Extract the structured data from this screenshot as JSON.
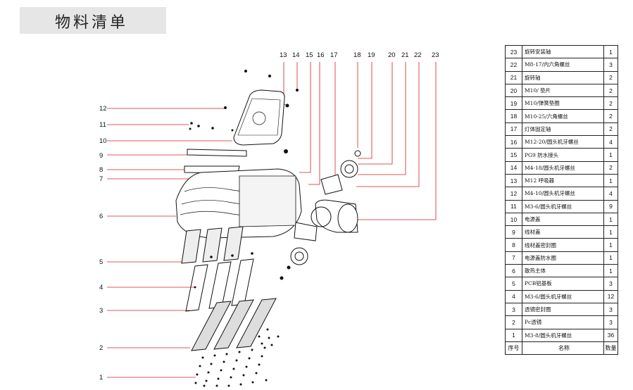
{
  "title": "物料清单",
  "callouts_top": [
    "13",
    "14",
    "15",
    "16",
    "17",
    "18",
    "19",
    "20",
    "21",
    "22",
    "23"
  ],
  "callouts_left": [
    "12",
    "11",
    "10",
    "9",
    "8",
    "7",
    "6",
    "5",
    "4",
    "3",
    "2",
    "1"
  ],
  "bom": {
    "rows": [
      {
        "no": "23",
        "name": "旋转安装轴",
        "qty": "1"
      },
      {
        "no": "22",
        "name": "M8-17/内六角螺丝",
        "qty": "3"
      },
      {
        "no": "21",
        "name": "旋转轴",
        "qty": "2"
      },
      {
        "no": "20",
        "name": "M10/ 垫片",
        "qty": "2"
      },
      {
        "no": "19",
        "name": "M10/弹簧垫圈",
        "qty": "2"
      },
      {
        "no": "18",
        "name": "M10-25/六角螺丝",
        "qty": "2"
      },
      {
        "no": "17",
        "name": "灯体固定轴",
        "qty": "2"
      },
      {
        "no": "16",
        "name": "M12-20/圆头机牙螺丝",
        "qty": "4"
      },
      {
        "no": "15",
        "name": "PG9 防水接头",
        "qty": "1"
      },
      {
        "no": "14",
        "name": "M4-18/圆头机牙螺丝",
        "qty": "2"
      },
      {
        "no": "13",
        "name": "M12 呼吸器",
        "qty": "1"
      },
      {
        "no": "12",
        "name": "M4-10/圆头机牙螺丝",
        "qty": "4"
      },
      {
        "no": "11",
        "name": "M3-6/圆头机牙螺丝",
        "qty": "9"
      },
      {
        "no": "10",
        "name": "电源盖",
        "qty": "1"
      },
      {
        "no": "9",
        "name": "线材盖",
        "qty": "1"
      },
      {
        "no": "8",
        "name": " 线材盖密封圈",
        "qty": "1"
      },
      {
        "no": "7",
        "name": "电源盖防水圈",
        "qty": "1"
      },
      {
        "no": "6",
        "name": "散热主体",
        "qty": "1"
      },
      {
        "no": "5",
        "name": "PCB铝基板",
        "qty": "3"
      },
      {
        "no": "4",
        "name": "M3-6/圆头机牙螺丝",
        "qty": "12"
      },
      {
        "no": "3",
        "name": "透镜密封圈",
        "qty": "3"
      },
      {
        "no": "2",
        "name": "Pc透镜",
        "qty": "3"
      },
      {
        "no": "1",
        "name": "M3-8/圆头机牙螺丝",
        "qty": "36"
      }
    ],
    "header": {
      "no": "序号",
      "name": "名称",
      "qty": "数量"
    }
  },
  "colors": {
    "leader": "#d42020",
    "line": "#111111",
    "title_bg": "#e6e6e6"
  }
}
